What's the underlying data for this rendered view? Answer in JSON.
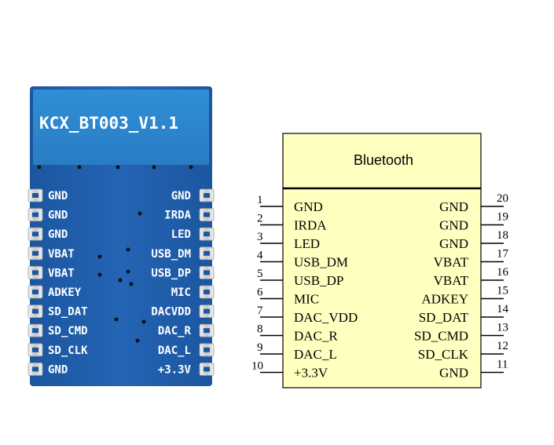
{
  "module": {
    "label": "KCX_BT003_V1.1",
    "left_pins": [
      "GND",
      "GND",
      "GND",
      "VBAT",
      "VBAT",
      "ADKEY",
      "SD_DAT",
      "SD_CMD",
      "SD_CLK",
      "GND"
    ],
    "right_pins": [
      "GND",
      "IRDA",
      "LED",
      "USB_DM",
      "USB_DP",
      "MIC",
      "DACVDD",
      "DAC_R",
      "DAC_L",
      "+3.3V"
    ]
  },
  "schematic": {
    "title": "Bluetooth",
    "left_pins": [
      {
        "num": "1",
        "name": "GND"
      },
      {
        "num": "2",
        "name": "IRDA"
      },
      {
        "num": "3",
        "name": "LED"
      },
      {
        "num": "4",
        "name": "USB_DM"
      },
      {
        "num": "5",
        "name": "USB_DP"
      },
      {
        "num": "6",
        "name": "MIC"
      },
      {
        "num": "7",
        "name": "DAC_VDD"
      },
      {
        "num": "8",
        "name": "DAC_R"
      },
      {
        "num": "9",
        "name": "DAC_L"
      },
      {
        "num": "10",
        "name": "+3.3V"
      }
    ],
    "right_pins": [
      {
        "num": "20",
        "name": "GND"
      },
      {
        "num": "19",
        "name": "GND"
      },
      {
        "num": "18",
        "name": "GND"
      },
      {
        "num": "17",
        "name": "VBAT"
      },
      {
        "num": "16",
        "name": "VBAT"
      },
      {
        "num": "15",
        "name": "ADKEY"
      },
      {
        "num": "14",
        "name": "SD_DAT"
      },
      {
        "num": "13",
        "name": "SD_CMD"
      },
      {
        "num": "12",
        "name": "SD_CLK"
      },
      {
        "num": "11",
        "name": "GND"
      }
    ]
  },
  "colors": {
    "pcb_blue": "#1f5fae",
    "pcb_antenna": "#2a86cf",
    "pad_silver": "#d8d8d8",
    "box_fill": "#ffffc0"
  }
}
